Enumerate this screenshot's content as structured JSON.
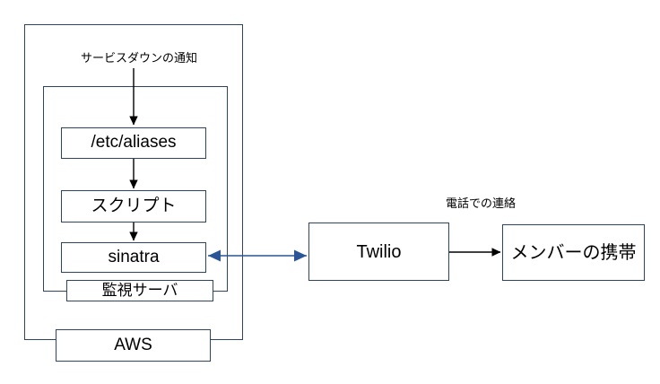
{
  "diagram": {
    "title": "Service down notification architecture",
    "colors": {
      "box_border": "#2e4460",
      "blue_arrow": "#2b5597",
      "black_arrow": "#000000",
      "background": "#ffffff"
    },
    "groups": [
      {
        "id": "aws-outer",
        "name": "aws-group"
      },
      {
        "id": "monitor-outer",
        "name": "monitoring-server-group"
      }
    ],
    "boxes": [
      {
        "id": "box-aliases",
        "label": "/etc/aliases"
      },
      {
        "id": "box-script",
        "label": "スクリプト"
      },
      {
        "id": "box-sinatra",
        "label": "sinatra"
      },
      {
        "id": "box-monitor-label",
        "label": "監視サーバ"
      },
      {
        "id": "box-aws-label",
        "label": "AWS"
      },
      {
        "id": "box-twilio",
        "label": "Twilio"
      },
      {
        "id": "box-phone",
        "label": "メンバーの携帯"
      }
    ],
    "captions": [
      {
        "id": "cap-service-down",
        "text": "サービスダウンの通知"
      },
      {
        "id": "cap-phone-call",
        "text": "電話での連絡"
      }
    ],
    "connectors": [
      {
        "name": "notification-to-aliases",
        "from": "service-down-notification",
        "to": "/etc/aliases",
        "style": "solid",
        "color": "#000000",
        "arrowheads": "end"
      },
      {
        "name": "aliases-to-script",
        "from": "/etc/aliases",
        "to": "スクリプト",
        "style": "solid",
        "color": "#000000",
        "arrowheads": "end"
      },
      {
        "name": "script-to-sinatra",
        "from": "スクリプト",
        "to": "sinatra",
        "style": "solid",
        "color": "#000000",
        "arrowheads": "end"
      },
      {
        "name": "sinatra-twilio-bidirectional",
        "from": "sinatra",
        "to": "Twilio",
        "style": "solid",
        "color": "#2b5597",
        "arrowheads": "both"
      },
      {
        "name": "twilio-to-phone",
        "from": "Twilio",
        "to": "メンバーの携帯",
        "style": "solid",
        "color": "#000000",
        "arrowheads": "end"
      }
    ]
  }
}
